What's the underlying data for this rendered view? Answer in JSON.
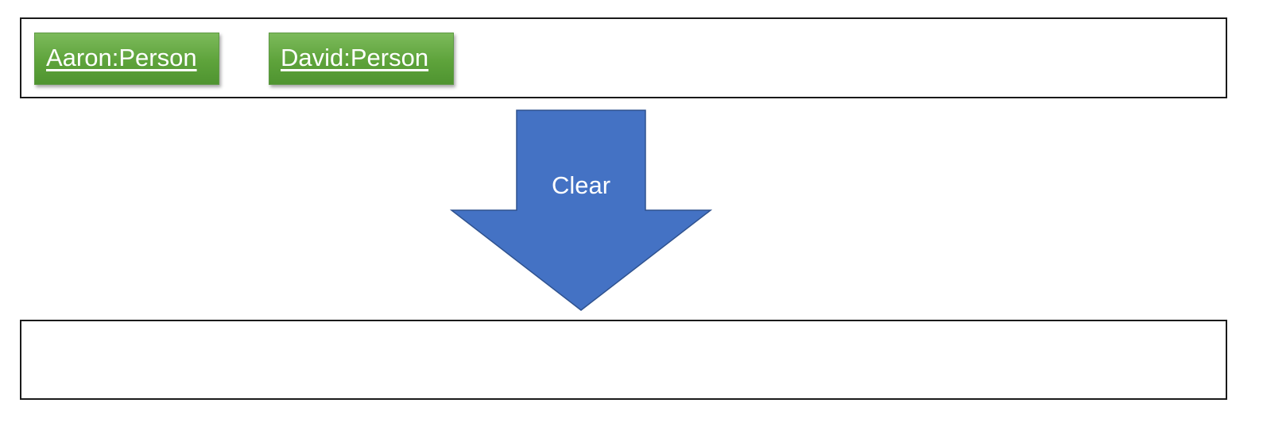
{
  "before_panel": {
    "objects": [
      {
        "label": "Aaron:Person",
        "color": "#5ea33b"
      },
      {
        "label": "David:Person",
        "color": "#5ea33b"
      }
    ]
  },
  "action_arrow": {
    "label": "Clear",
    "color": "#4472c4"
  },
  "after_panel": {
    "objects": []
  }
}
